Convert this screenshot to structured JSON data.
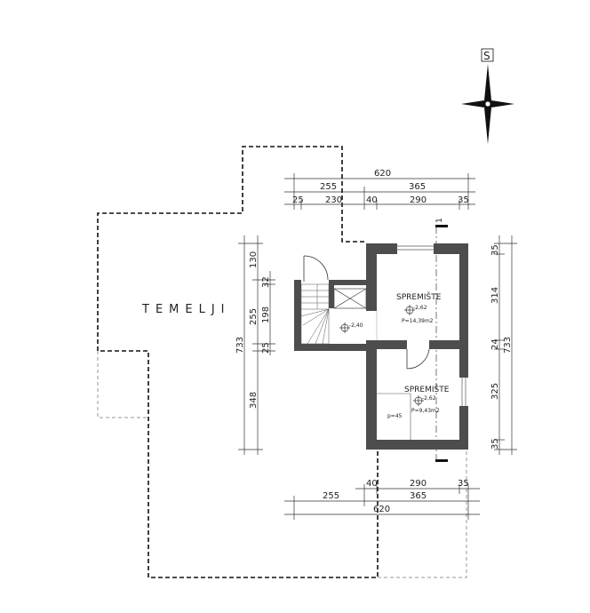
{
  "plan": {
    "foundation_label": "TEMELJI",
    "compass_label": "S",
    "section_mark": "1",
    "rooms": [
      {
        "name": "SPREMIŠTE",
        "level": "-2,62",
        "area": "P=14,39m2"
      },
      {
        "name": "SPREMIŠTE",
        "level": "-2,62",
        "area": "P=9,43m2"
      }
    ],
    "stair_level": "-2,40",
    "shelf_label": "p=45"
  },
  "dimensions": {
    "top": {
      "total": "620",
      "row2": [
        "255",
        "365"
      ],
      "row3": [
        "25",
        "230",
        "40",
        "290",
        "35"
      ]
    },
    "bottom": {
      "row1": [
        "40",
        "290",
        "35"
      ],
      "row2": [
        "255",
        "365"
      ],
      "total": "620"
    },
    "left": {
      "total": "733",
      "row2": [
        "130",
        "255",
        "348"
      ],
      "row3": [
        "32",
        "198",
        "25"
      ]
    },
    "right": {
      "total": "733",
      "row2": [
        "35",
        "314",
        "24",
        "325",
        "35"
      ]
    }
  }
}
